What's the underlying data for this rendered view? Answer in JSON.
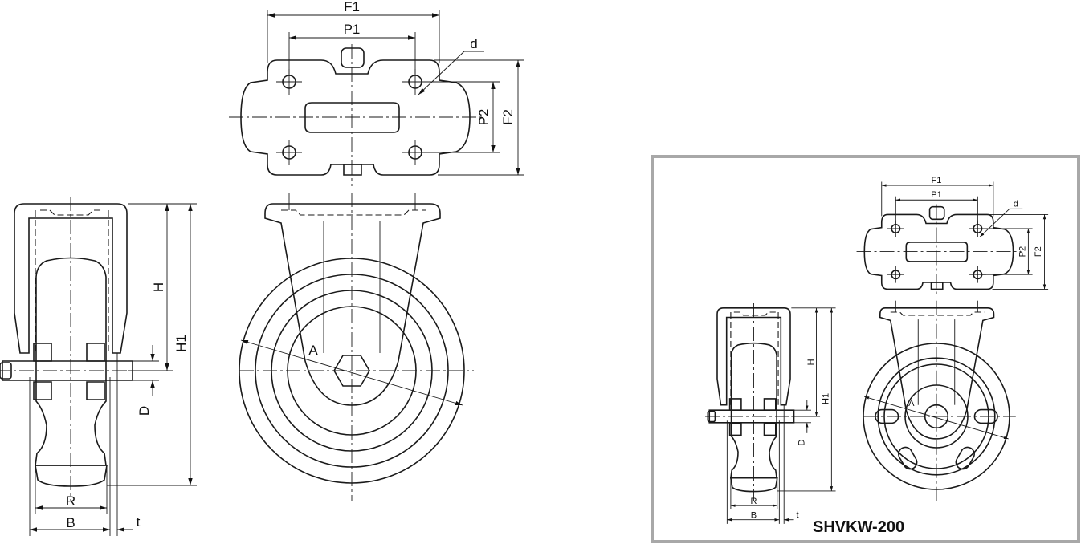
{
  "main": {
    "labels": {
      "F1": "F1",
      "P1": "P1",
      "d": "d",
      "P2": "P2",
      "F2": "F2",
      "H": "H",
      "H1": "H1",
      "D": "D",
      "A": "A",
      "R": "R",
      "B": "B",
      "t": "t"
    }
  },
  "inset": {
    "labels": {
      "F1": "F1",
      "P1": "P1",
      "d": "d",
      "P2": "P2",
      "F2": "F2",
      "H": "H",
      "H1": "H1",
      "D": "D",
      "A": "A",
      "R": "R",
      "B": "B",
      "t": "t"
    },
    "model": "SHVKW-200",
    "border_color": "#a8a8a8"
  }
}
